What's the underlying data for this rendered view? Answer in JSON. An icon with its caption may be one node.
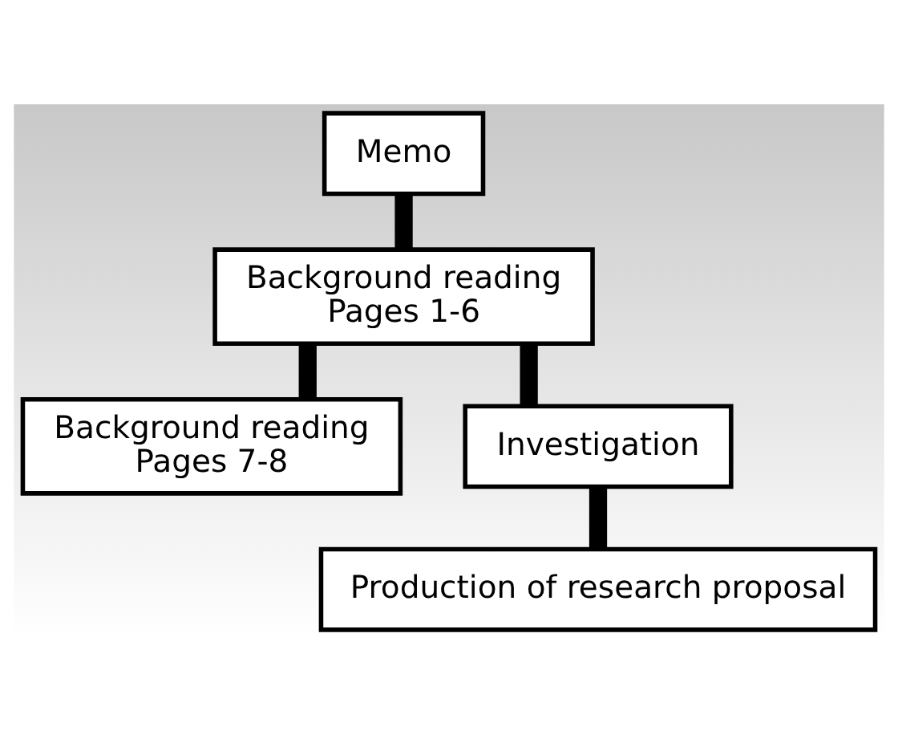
{
  "diagram": {
    "nodes": [
      {
        "text": [
          "Memo"
        ]
      },
      {
        "text": [
          "Background reading",
          "Pages 1-6"
        ]
      },
      {
        "text": [
          "Background reading",
          "Pages 7-8"
        ]
      },
      {
        "text": [
          "Investigation"
        ]
      },
      {
        "text": [
          "Production of research proposal"
        ]
      }
    ],
    "edges": [
      {
        "from": 0,
        "to": 1,
        "arrow": "none"
      },
      {
        "from": 1,
        "to": 3,
        "arrow": "none"
      },
      {
        "from": 1,
        "to": 2,
        "arrow": "none"
      },
      {
        "from": 3,
        "to": 4,
        "arrow": "none"
      }
    ]
  }
}
